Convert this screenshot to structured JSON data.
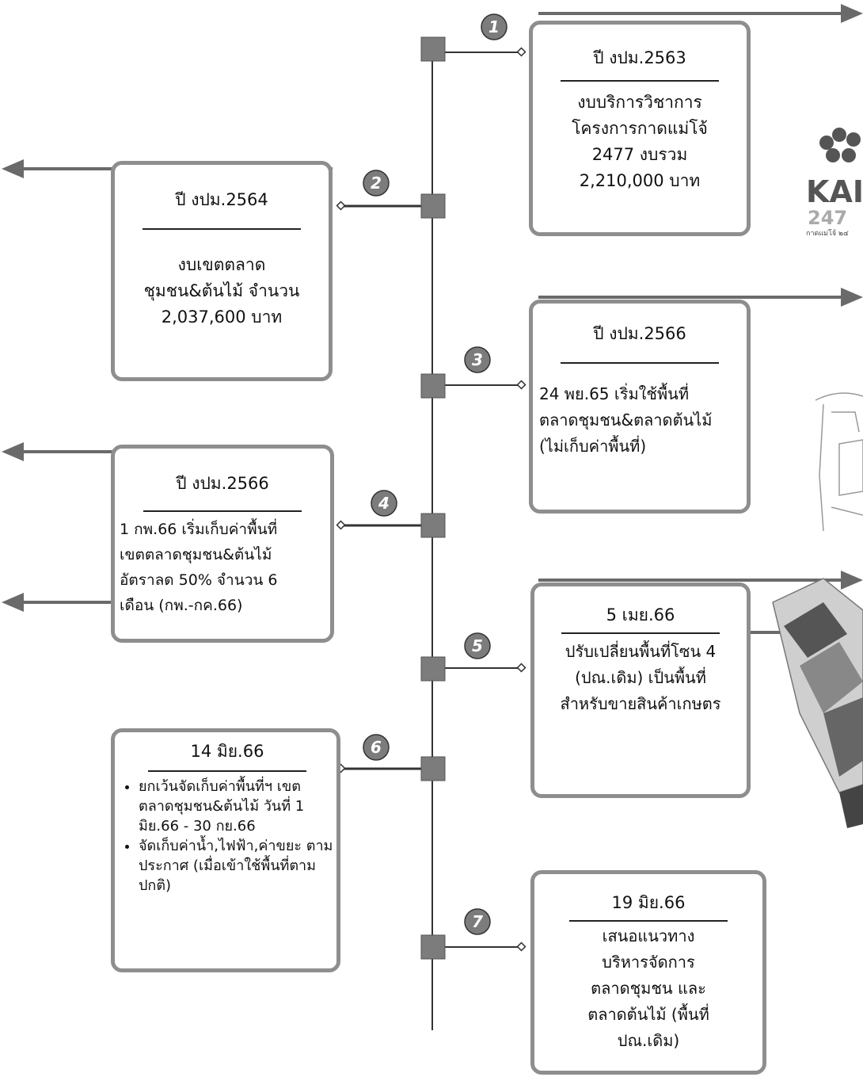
{
  "timeline": {
    "steps": [
      {
        "num": "1",
        "title": "ปี งปม.2563",
        "lines": [
          "งบบริการวิชาการ",
          "โครงการกาดแม่โจ้",
          "2477 งบรวม",
          "2,210,000 บาท"
        ]
      },
      {
        "num": "2",
        "title": "ปี งปม.2564",
        "lines": [
          "งบเขตตลาด",
          "ชุมชน&ต้นไม้ จำนวน",
          "2,037,600 บาท"
        ]
      },
      {
        "num": "3",
        "title": "ปี งปม.2566",
        "lines": [
          "24 พย.65 เริ่มใช้พื้นที่",
          "ตลาดชุมชน&ตลาดต้นไม้",
          "(ไม่เก็บค่าพื้นที่)"
        ]
      },
      {
        "num": "4",
        "title": "ปี งปม.2566",
        "lines": [
          "1 กพ.66 เริ่มเก็บค่าพื้นที่",
          "เขตตลาดชุมชน&ต้นไม้",
          "อัตราลด 50% จำนวน 6",
          "เดือน (กพ.-กค.66)"
        ]
      },
      {
        "num": "5",
        "title": "5 เมย.66",
        "lines": [
          "ปรับเปลี่ยนพื้นที่โซน 4",
          "(ปณ.เดิม) เป็นพื้นที่",
          "สำหรับขายสินค้าเกษตร"
        ]
      },
      {
        "num": "6",
        "title": "14 มิย.66",
        "bullets": [
          "ยกเว้นจัดเก็บค่าพื้นที่ฯ เขตตลาดชุมชน&ต้นไม้ วันที่ 1 มิย.66 - 30 กย.66",
          "จัดเก็บค่าน้ำ,ไฟฟ้า,ค่าขยะ ตามประกาศ (เมื่อเข้าใช้พื้นที่ตามปกติ)"
        ]
      },
      {
        "num": "7",
        "title": "19 มิย.66",
        "lines": [
          "เสนอแนวทาง",
          "บริหารจัดการ",
          "ตลาดชุมชน และ",
          "ตลาดต้นไม้ (พื้นที่",
          "ปณ.เดิม)"
        ]
      }
    ]
  },
  "logo": {
    "main": "KAI",
    "sub": "247",
    "caption": "กาดแม่โจ้ ๒๔"
  },
  "colors": {
    "line": "#333333",
    "node": "#808080",
    "border": "#8e8e8e",
    "arrow": "#666666"
  }
}
